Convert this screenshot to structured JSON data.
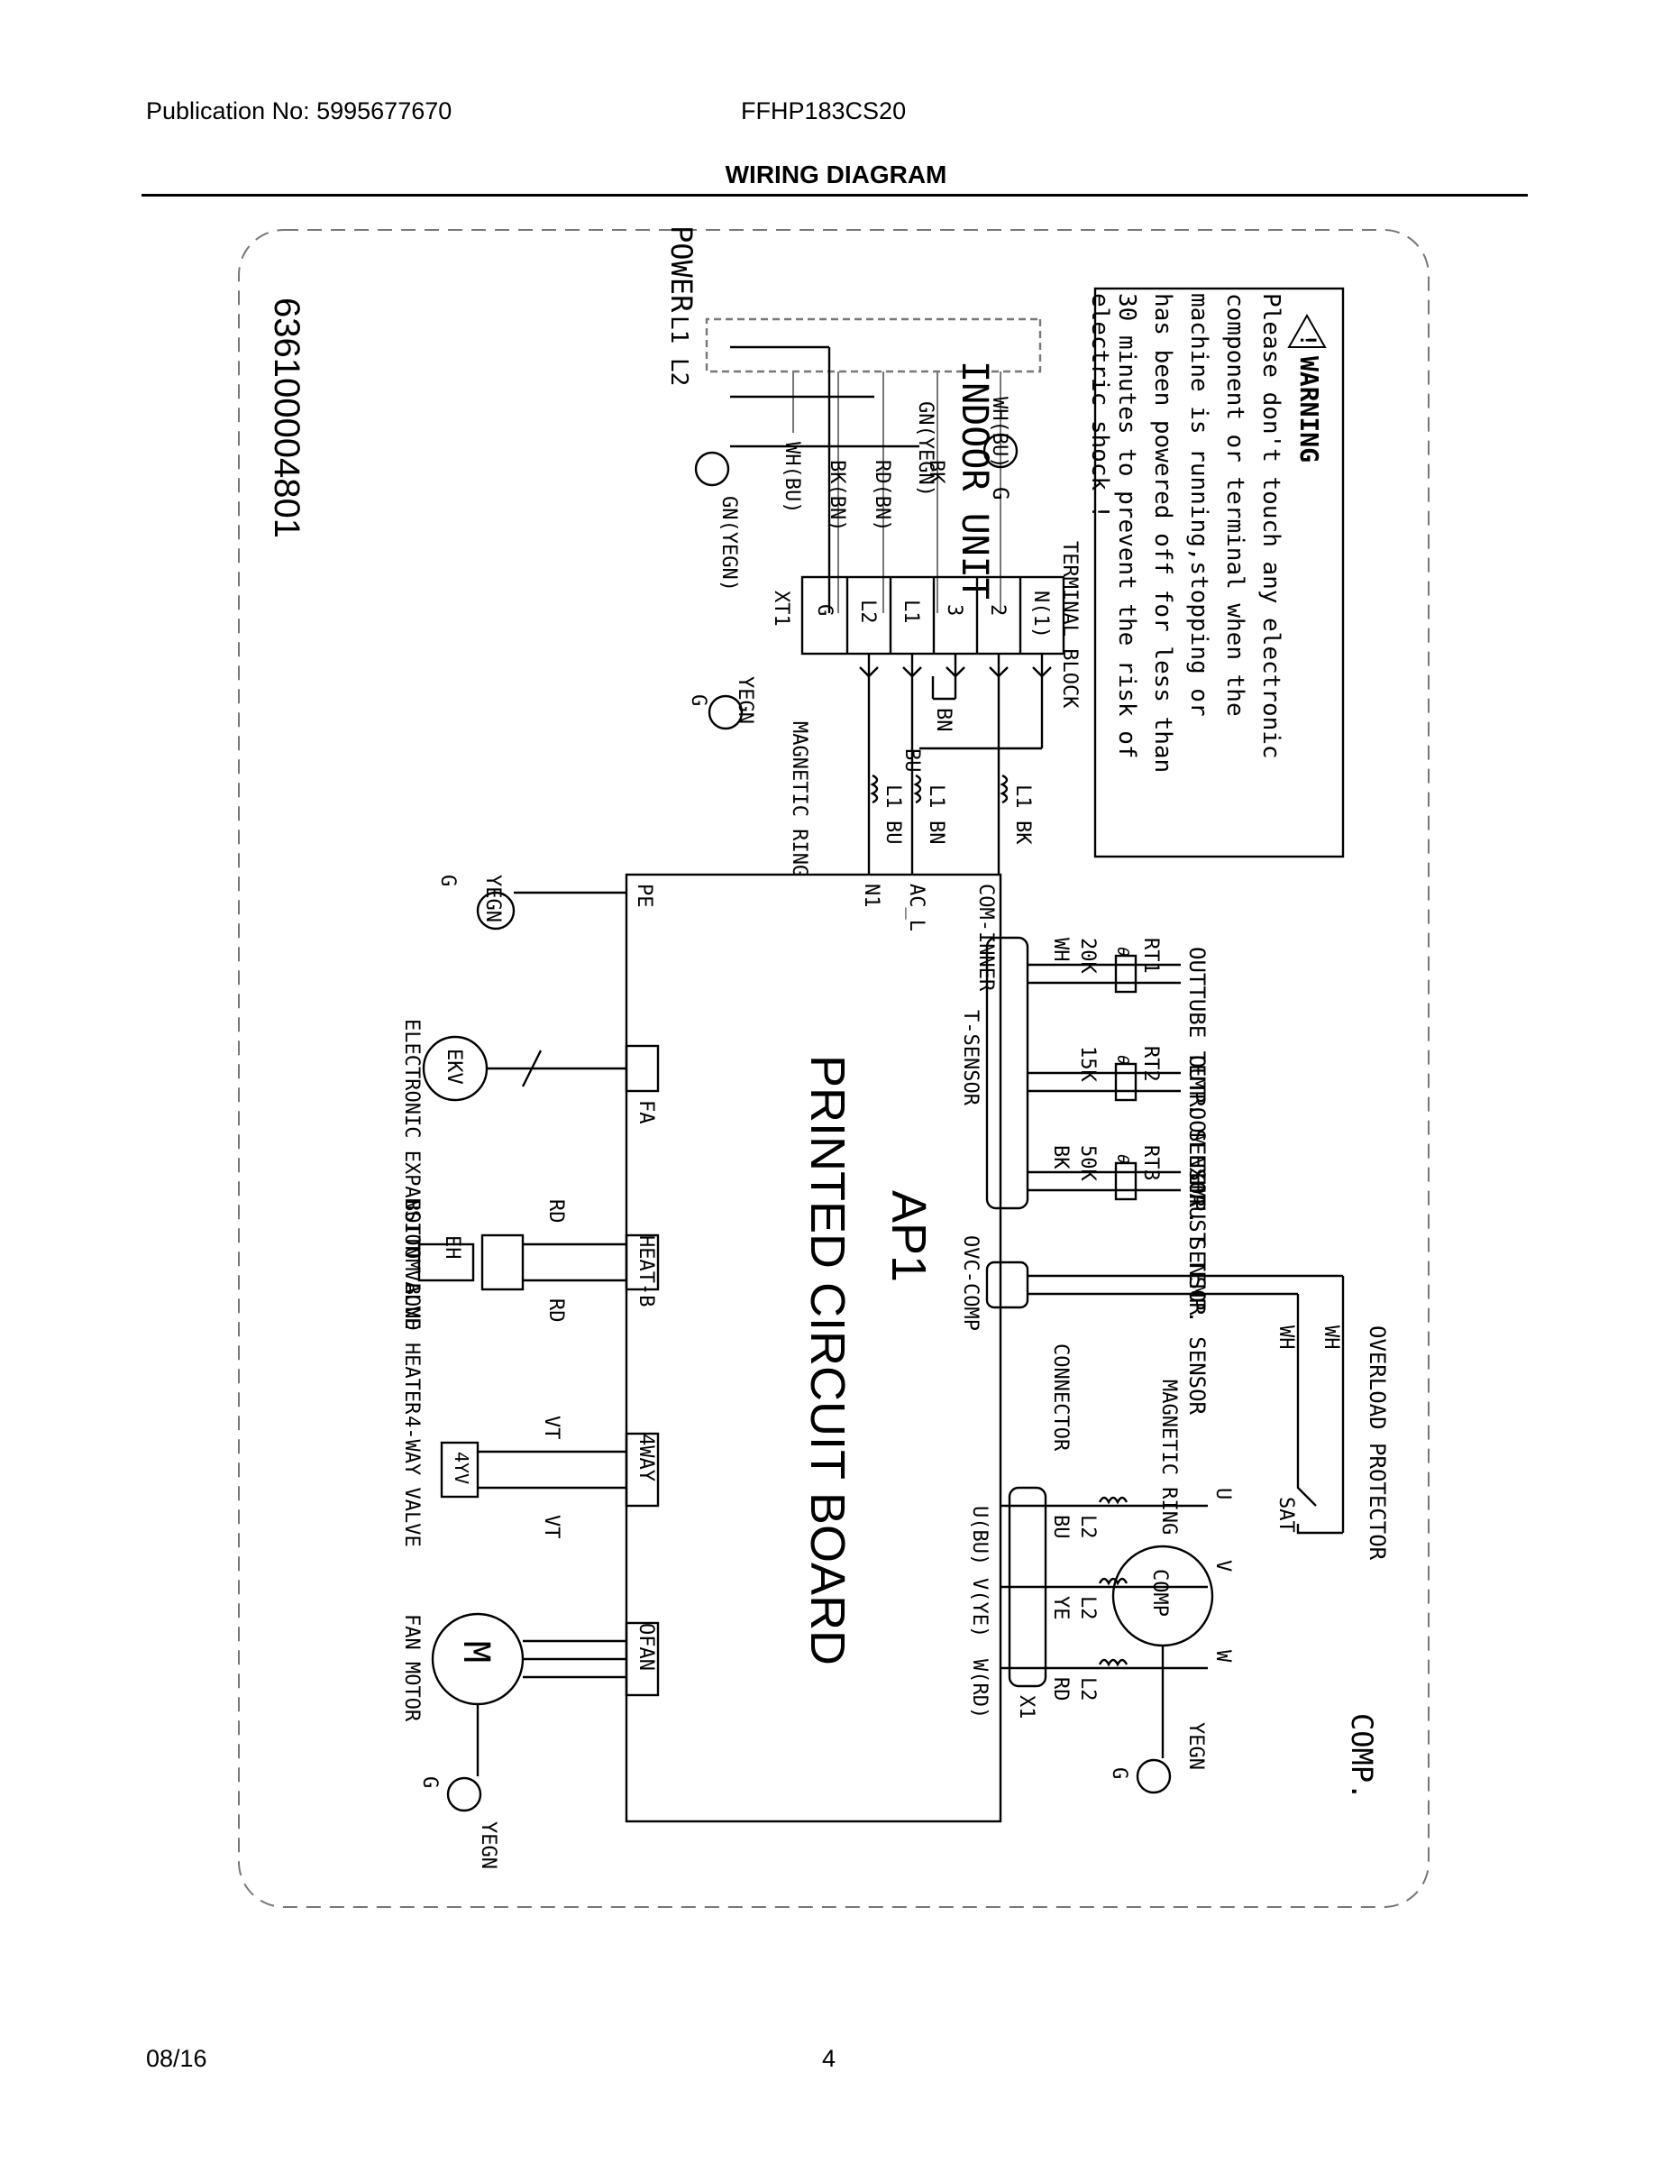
{
  "header": {
    "publication": "Publication No: 5995677670",
    "model": "FFHP183CS20",
    "title": "WIRING DIAGRAM"
  },
  "footer": {
    "date": "08/16",
    "page": "4"
  },
  "diagram": {
    "code": "636100004801",
    "power": {
      "label": "POWER",
      "lines": "L1 L2"
    },
    "indoor_unit": "INDOOR UNIT",
    "indoor_wires": [
      "GN(YEGN)",
      "WH(BU)",
      "BK",
      "RD(BN)",
      "BK(BN)",
      "WH(BU)",
      "GN(YEGN)"
    ],
    "ground": "G",
    "terminal_block": {
      "label": "TERMINAL BLOCK",
      "id": "XT1",
      "terminals": [
        "N(1)",
        "2",
        "3",
        "L1",
        "L2",
        "G"
      ]
    },
    "xt1_ground_wire": "YEGN",
    "bridge_wires": [
      "BN",
      "BU"
    ],
    "magnetic_ring": "MAGNETIC RING",
    "coils": [
      {
        "name": "L1",
        "wire": "BU"
      },
      {
        "name": "L1",
        "wire": "BN"
      },
      {
        "name": "L1",
        "wire": "BK"
      }
    ],
    "board": {
      "name": "AP1",
      "title": "PRINTED CIRCUIT BOARD",
      "inputs": [
        "N1",
        "AC_L",
        "COM-INNER"
      ],
      "pe": "PE",
      "pe_wire": "YEGN",
      "ports": [
        "FA",
        "HEAT-B",
        "4WAY",
        "OFAN",
        "T-SENSOR",
        "OVC-COMP"
      ]
    },
    "sensors": [
      {
        "id": "RT1",
        "value": "20K",
        "wire": "WH",
        "name": "OUTTUBE TEMP. SENSOR"
      },
      {
        "id": "RT2",
        "value": "15K",
        "wire": "",
        "name": "OUTROOM TEMP. SENSOR"
      },
      {
        "id": "RT3",
        "value": "50K",
        "wire": "BK",
        "name": "EXHAUST TEMP. SENSOR"
      }
    ],
    "theta": "θ",
    "ekv": {
      "symbol": "EKV",
      "name": "ELECTRONIC EXPANSION VALVE"
    },
    "heater": {
      "symbol": "EH",
      "name": "BOTTOM BOND HEATER",
      "wire": "RD"
    },
    "four_way": {
      "symbol": "4YV",
      "name": "4-WAY VALVE",
      "wire": "VT"
    },
    "fan": {
      "symbol": "M",
      "name": "FAN MOTOR",
      "ground": "G",
      "ground_wire": "YEGN"
    },
    "overload": {
      "label": "OVERLOAD PROTECTOR",
      "sat": "SAT",
      "wire": "WH"
    },
    "compressor": {
      "label": "COMP.",
      "symbol": "COMP",
      "ground": "G",
      "ground_wire": "YEGN",
      "terminals": [
        "U",
        "V",
        "W"
      ],
      "wires": [
        "BU",
        "YE",
        "RD"
      ],
      "coil": "L2",
      "x1": "X1",
      "outputs": [
        "U(BU)",
        "V(YE)",
        "W(RD)"
      ],
      "connector": "CONNECTOR"
    },
    "warning": {
      "title": "WARNING",
      "lines": [
        "Please don't touch any electronic",
        "component or terminal when the",
        "machine is running,stopping or",
        "has been powered off for less than",
        "30 minutes to prevent the risk of",
        "electric shock !"
      ]
    }
  }
}
